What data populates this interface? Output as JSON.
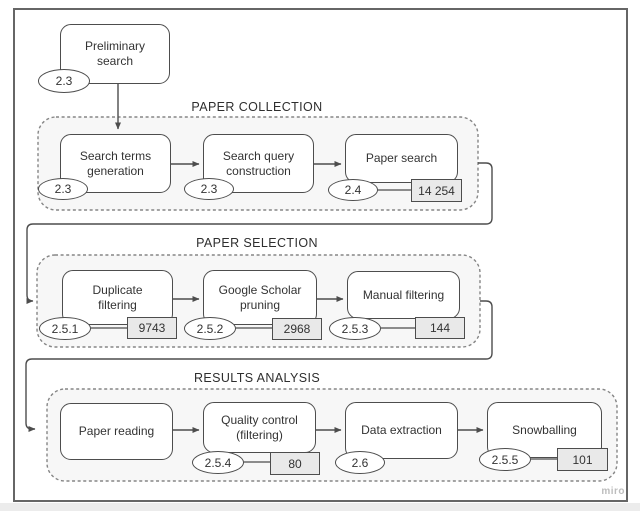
{
  "page": {
    "watermark": "miro"
  },
  "flowchart": {
    "start": {
      "label": "Preliminary search",
      "badge": "2.3"
    },
    "sections": [
      {
        "title": "PAPER COLLECTION",
        "nodes": [
          {
            "label": "Search terms generation",
            "badge": "2.3"
          },
          {
            "label": "Search query construction",
            "badge": "2.3"
          },
          {
            "label": "Paper search",
            "badge": "2.4",
            "count": "14 254"
          }
        ]
      },
      {
        "title": "PAPER SELECTION",
        "nodes": [
          {
            "label": "Duplicate filtering",
            "badge": "2.5.1",
            "count": "9743"
          },
          {
            "label": "Google Scholar pruning",
            "badge": "2.5.2",
            "count": "2968"
          },
          {
            "label": "Manual filtering",
            "badge": "2.5.3",
            "count": "144"
          }
        ]
      },
      {
        "title": "RESULTS ANALYSIS",
        "nodes": [
          {
            "label": "Paper reading"
          },
          {
            "label": "Quality control (filtering)",
            "badge": "2.5.4",
            "count": "80"
          },
          {
            "label": "Data extraction",
            "badge": "2.6"
          },
          {
            "label": "Snowballing",
            "badge": "2.5.5",
            "count": "101"
          }
        ]
      }
    ],
    "colors": {
      "node_border": "#4d4d4d",
      "node_fill": "#ffffff",
      "text": "#333333",
      "container_fill": "#f7f7f7",
      "container_border": "#858585",
      "count_fill": "#e9e9e9",
      "connector": "#4d4d4d",
      "frame_border": "#666666",
      "watermark_color": "#bdbdbd"
    }
  }
}
